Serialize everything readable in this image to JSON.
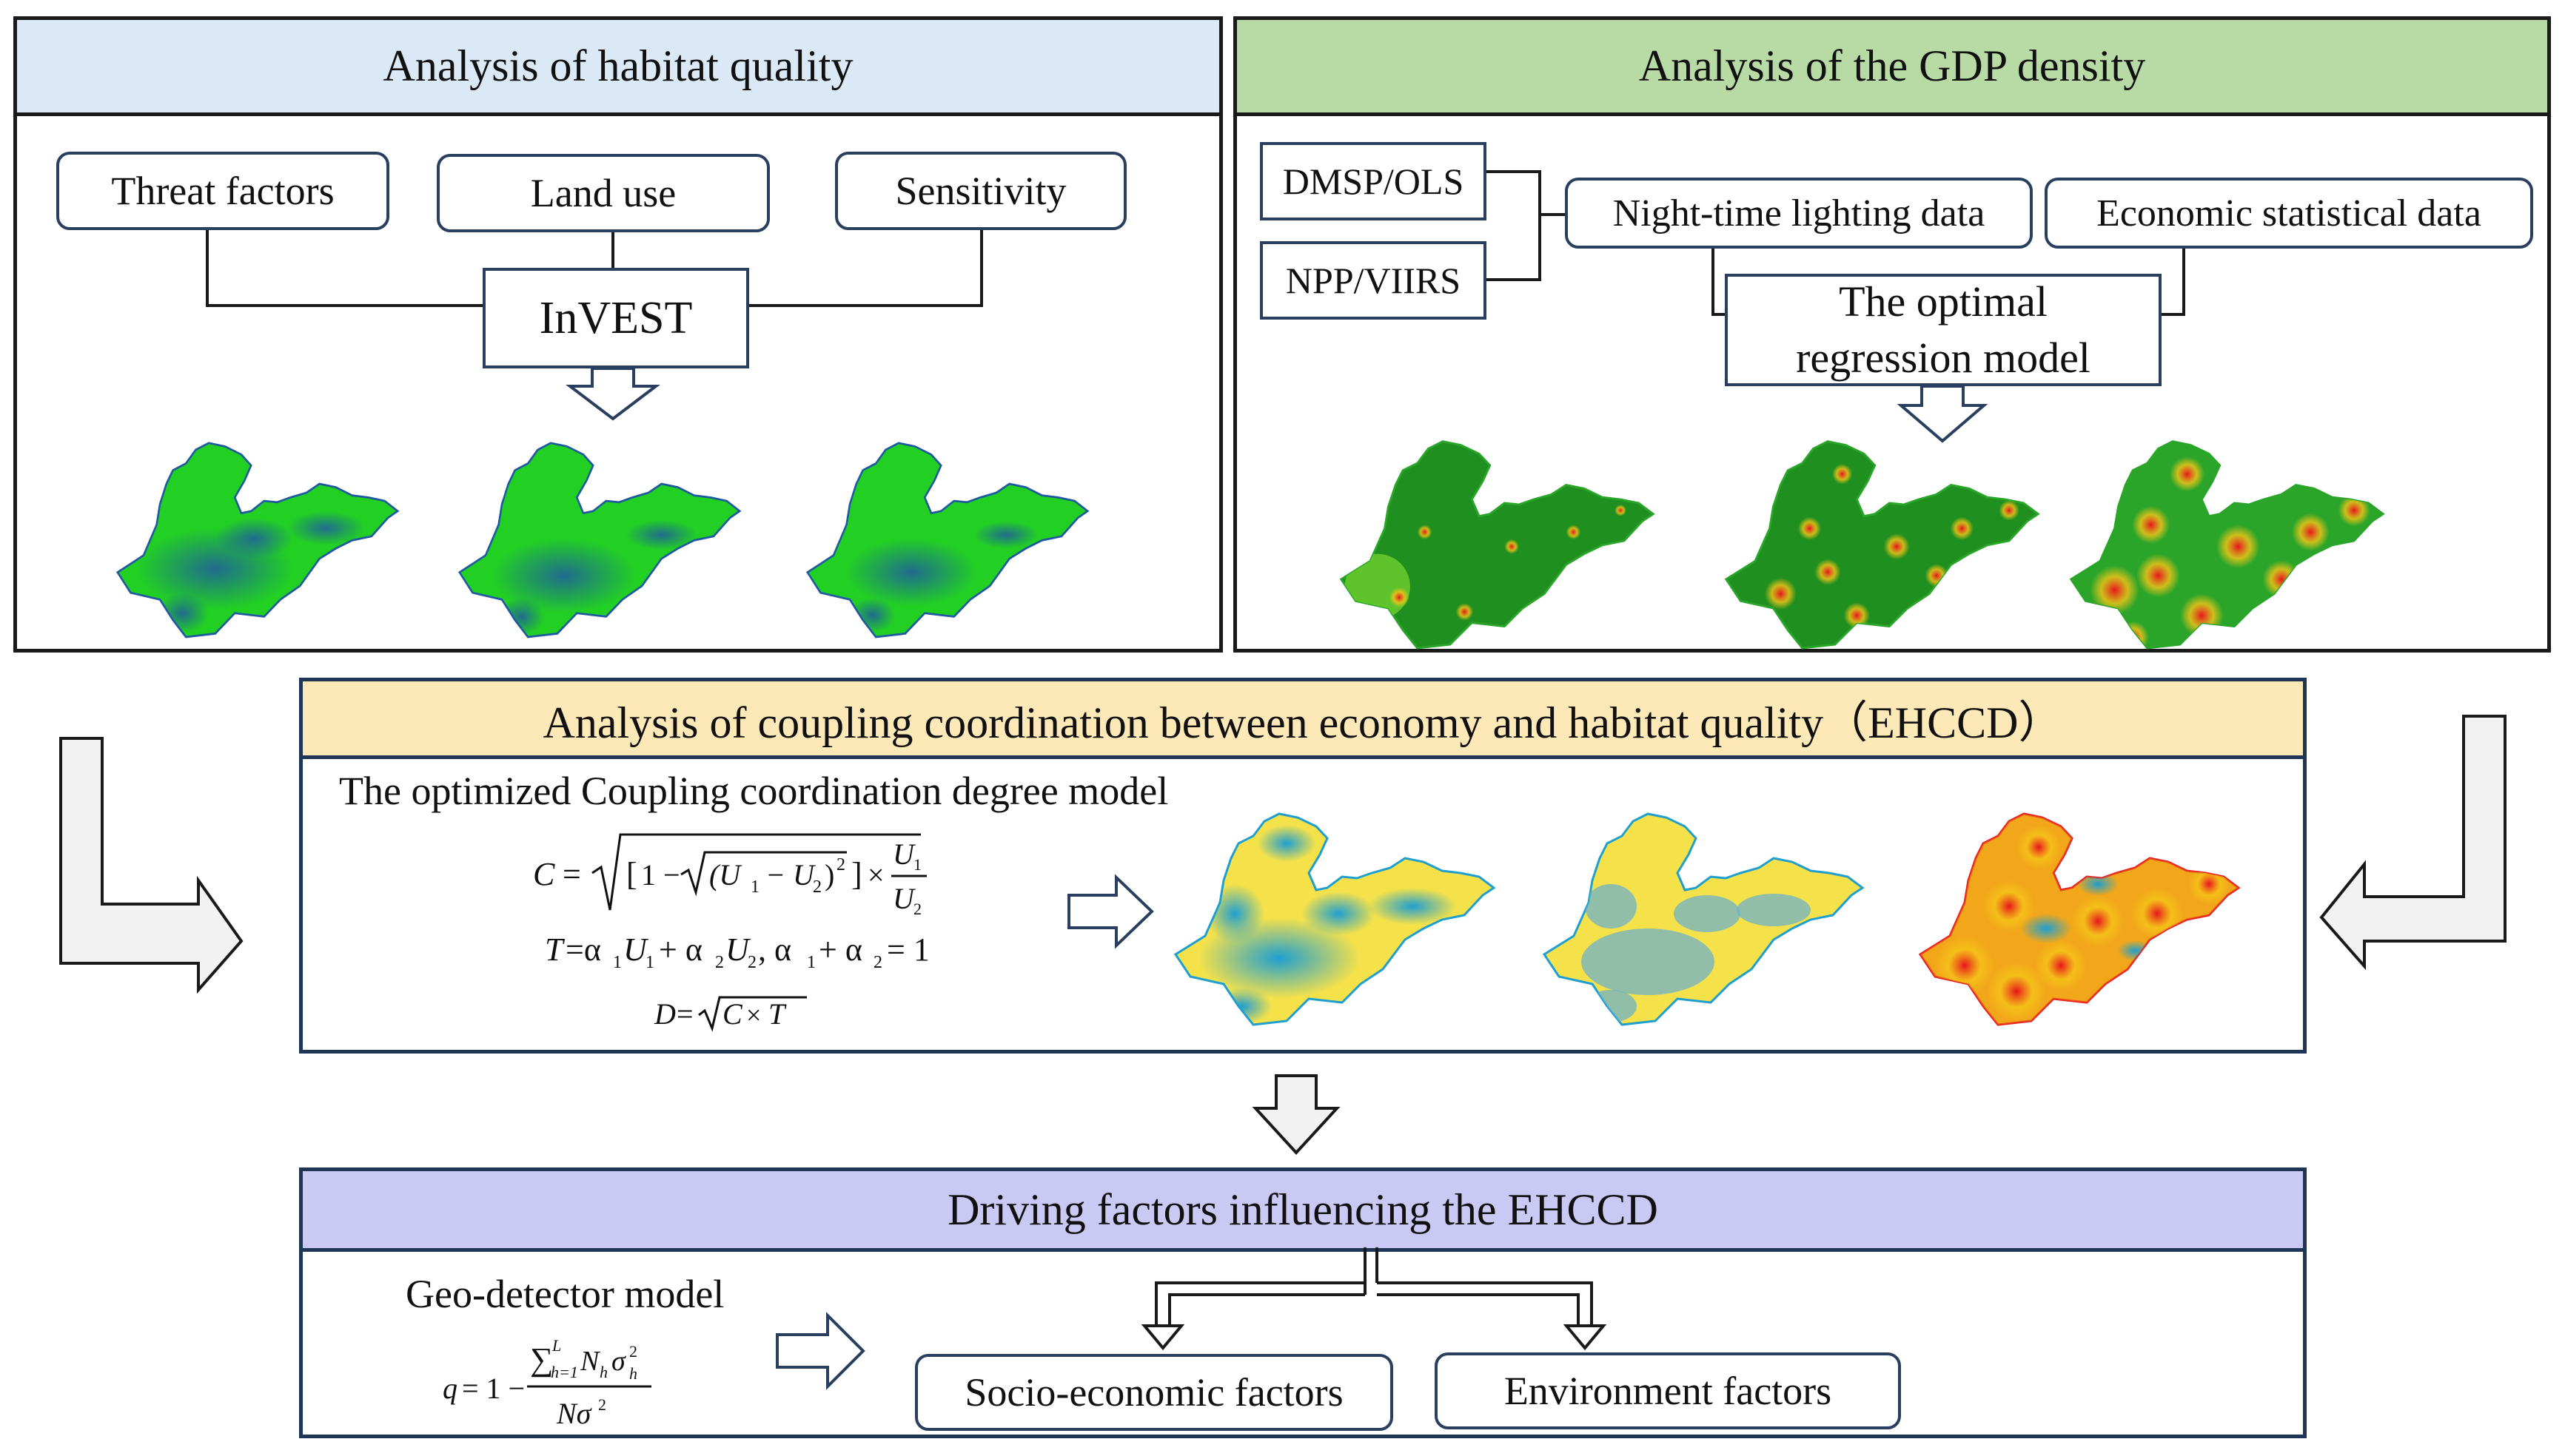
{
  "habitat": {
    "title": "Analysis of habitat quality",
    "inputs": [
      "Threat factors",
      "Land use",
      "Sensitivity"
    ],
    "model": "InVEST",
    "maps": [
      "habitat-map-1",
      "habitat-map-2",
      "habitat-map-3"
    ]
  },
  "gdp": {
    "title": "Analysis of the GDP density",
    "satellites": [
      "DMSP/OLS",
      "NPP/VIIRS"
    ],
    "night_light": "Night-time lighting data",
    "economic": "Economic statistical data",
    "model_line1": "The optimal",
    "model_line2": "regression model",
    "maps": [
      "gdp-map-1",
      "gdp-map-2",
      "gdp-map-3"
    ]
  },
  "ehccd": {
    "title": "Analysis of coupling coordination between economy and habitat quality（EHCCD）",
    "model_label": "The optimized Coupling coordination degree model",
    "maps": [
      "ehccd-map-1",
      "ehccd-map-2",
      "ehccd-map-3"
    ]
  },
  "drivers": {
    "title": "Driving factors influencing the EHCCD",
    "model_label": "Geo-detector model",
    "factors": [
      "Socio-economic factors",
      "Environment factors"
    ]
  },
  "colors": {
    "habitat_header": "#dbe9f6",
    "gdp_header": "#b8dba6",
    "ehccd_header": "#fde9b8",
    "drivers_header": "#c9c9f4",
    "habitat_low": "#1f5aa0",
    "habitat_high": "#22d024",
    "gdp_low": "#1f8f1f",
    "gdp_high": "#e8141c",
    "ehccd_blue": "#1f9fd0",
    "ehccd_yellow": "#f5e24a",
    "ehccd_red": "#e81c1c"
  }
}
